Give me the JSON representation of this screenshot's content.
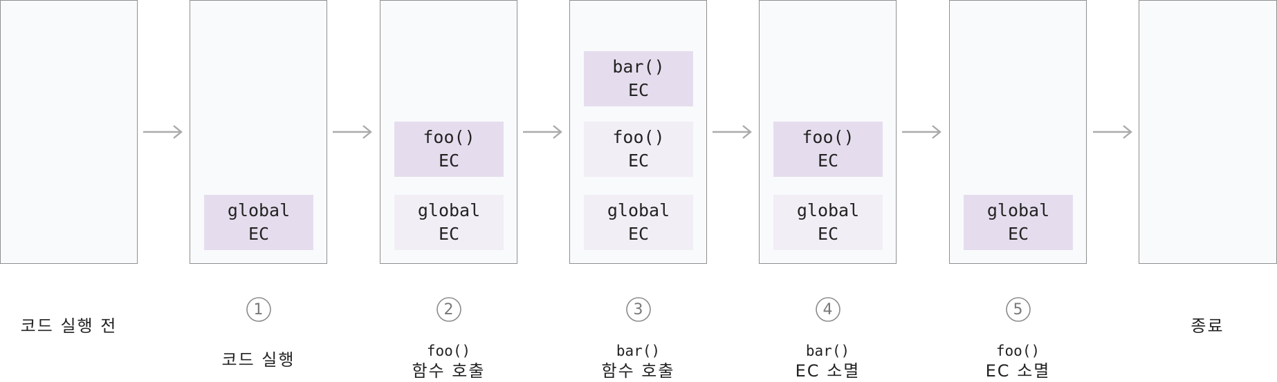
{
  "stages": [
    {
      "caption": {
        "code": "",
        "text": "코드 실행 전"
      },
      "step": "",
      "ecs": []
    },
    {
      "caption": {
        "code": "",
        "text": "코드 실행"
      },
      "step": "1",
      "ecs": [
        {
          "line1": "global",
          "line2": "EC",
          "state": "active"
        }
      ]
    },
    {
      "caption": {
        "code": "foo()",
        "text": "함수 호출"
      },
      "step": "2",
      "ecs": [
        {
          "line1": "foo()",
          "line2": "EC",
          "state": "active"
        },
        {
          "line1": "global",
          "line2": "EC",
          "state": "inactive"
        }
      ]
    },
    {
      "caption": {
        "code": "bar()",
        "text": "함수 호출"
      },
      "step": "3",
      "ecs": [
        {
          "line1": "bar()",
          "line2": "EC",
          "state": "active"
        },
        {
          "line1": "foo()",
          "line2": "EC",
          "state": "inactive"
        },
        {
          "line1": "global",
          "line2": "EC",
          "state": "inactive"
        }
      ]
    },
    {
      "caption": {
        "code": "bar()",
        "text": "EC 소멸"
      },
      "step": "4",
      "ecs": [
        {
          "line1": "foo()",
          "line2": "EC",
          "state": "active"
        },
        {
          "line1": "global",
          "line2": "EC",
          "state": "inactive"
        }
      ]
    },
    {
      "caption": {
        "code": "foo()",
        "text": "EC 소멸"
      },
      "step": "5",
      "ecs": [
        {
          "line1": "global",
          "line2": "EC",
          "state": "active"
        }
      ]
    },
    {
      "caption": {
        "code": "",
        "text": "종료"
      },
      "step": "",
      "ecs": []
    }
  ],
  "colors": {
    "active_ec": "#e5dded",
    "inactive_ec": "#f1eef5",
    "stage_bg": "#f9fafc",
    "stage_border": "#8e8e8e",
    "arrow": "#aaaaaa"
  }
}
